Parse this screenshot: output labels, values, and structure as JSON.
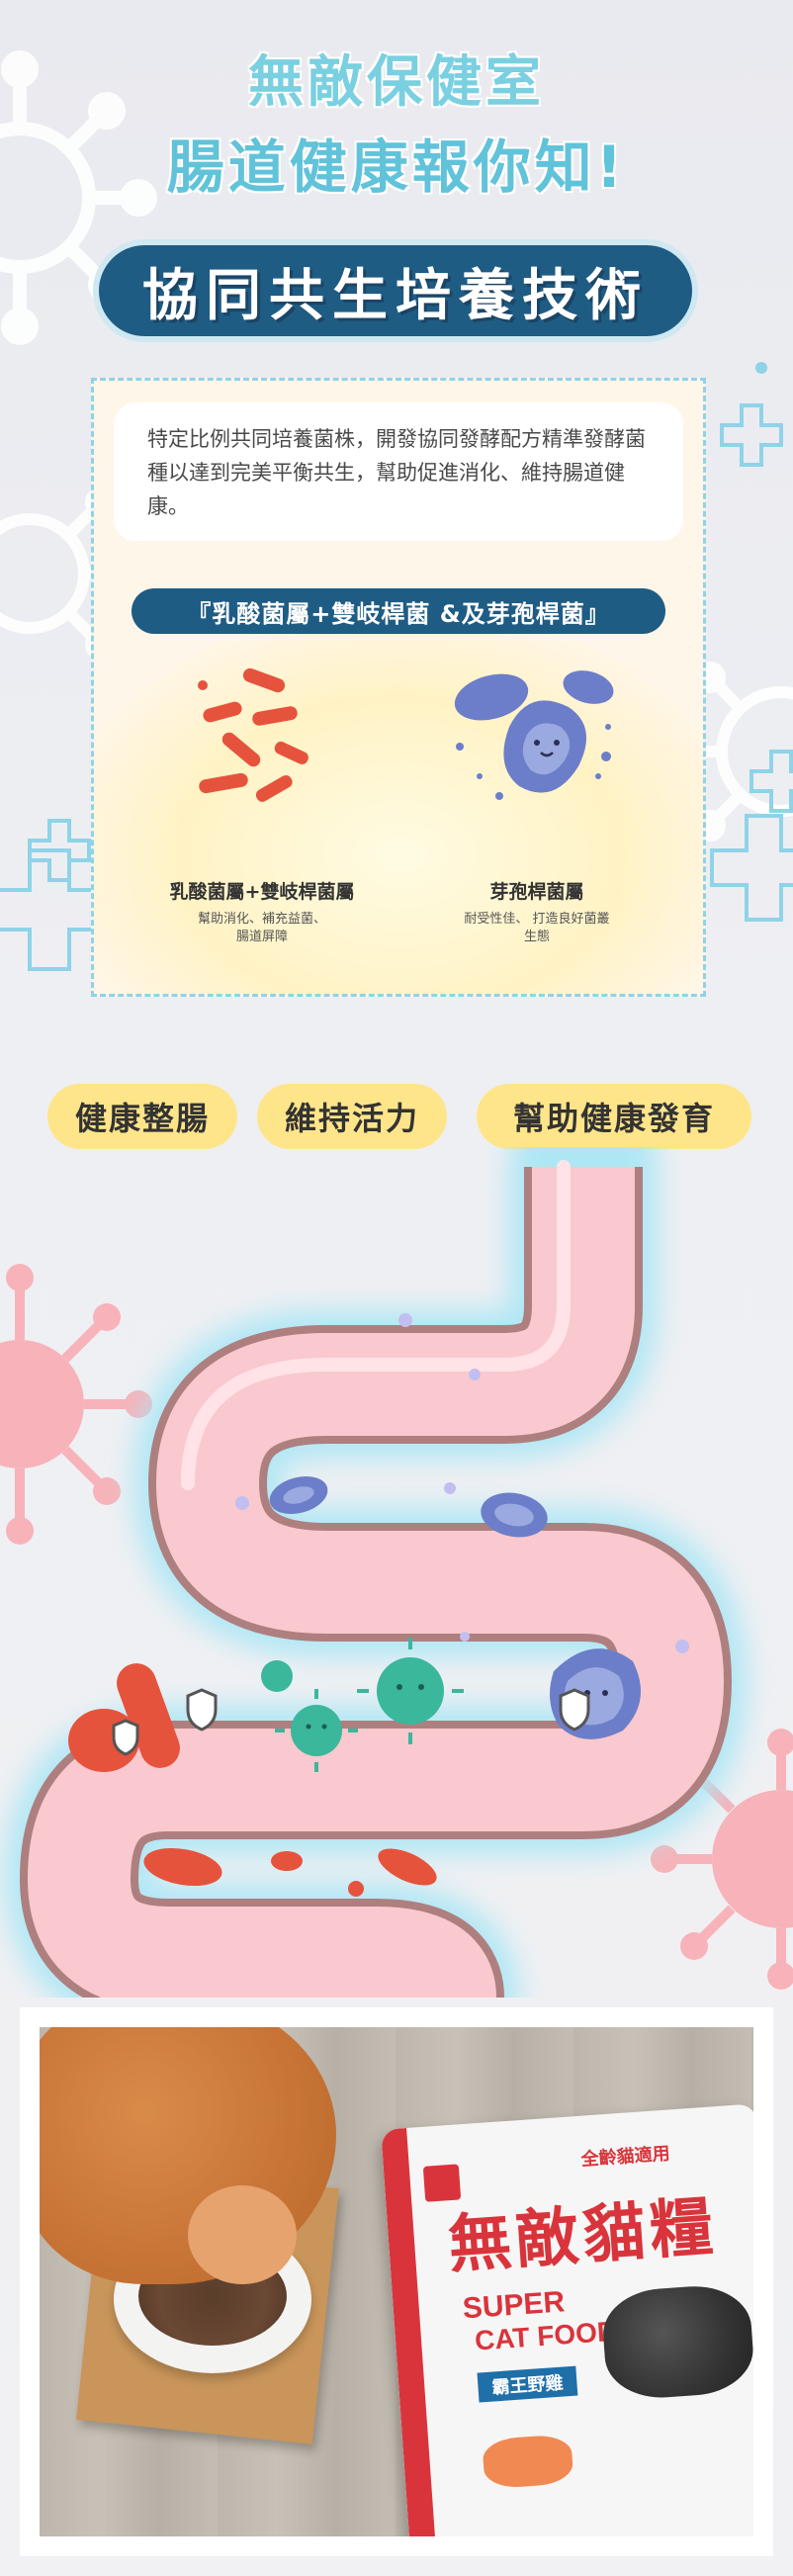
{
  "header": {
    "line1": "無敵保健室",
    "line2": "腸道健康報你知!",
    "banner": "協同共生培養技術"
  },
  "card": {
    "intro": "特定比例共同培養菌株，開發協同發酵配方精準發酵菌種以達到完美平衡共生，幫助促進消化、維持腸道健康。",
    "pill": "『乳酸菌屬+雙岐桿菌 &及芽孢桿菌』",
    "bacteria": [
      {
        "title": "乳酸菌屬+雙岐桿菌屬",
        "desc_line1": "幫助消化、補充益菌、",
        "desc_line2": "腸道屏障"
      },
      {
        "title": "芽孢桿菌屬",
        "desc_line1": "耐受性佳、 打造良好菌叢",
        "desc_line2": "生態"
      }
    ]
  },
  "tags": [
    "健康整腸",
    "維持活力",
    "幫助健康發育"
  ],
  "product": {
    "top_label": "全齡貓適用",
    "brand_big": "無敵貓糧",
    "sub_en1": "SUPER",
    "sub_en2": "CAT FOOD",
    "flavor": "霸王野雞"
  },
  "colors": {
    "navy": "#1f5c84",
    "aqua": "#61c3da",
    "tag_yellow": "#ffe589",
    "intestine_pink": "#f9c9cf",
    "intestine_outline": "#ae7f7f",
    "virus_pink": "#f49aa2",
    "virus_green": "#3bb79b",
    "bacteria_orange": "#e6533c",
    "bacillus_blue": "#6c7ec9"
  }
}
